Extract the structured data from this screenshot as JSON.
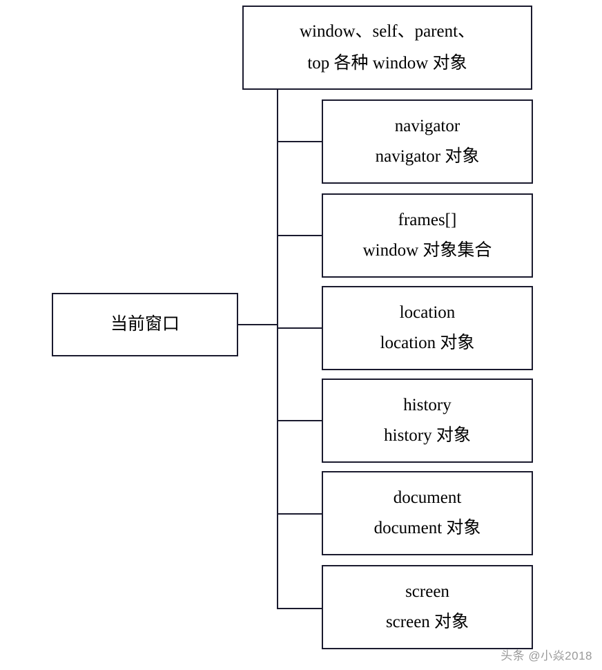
{
  "diagram": {
    "root": {
      "label": "当前窗口"
    },
    "top_node": {
      "line1": "window、self、parent、",
      "line2": "top 各种 window 对象"
    },
    "children": [
      {
        "name": "navigator",
        "desc": "navigator 对象"
      },
      {
        "name": "frames[]",
        "desc": "window 对象集合"
      },
      {
        "name": "location",
        "desc": "location 对象"
      },
      {
        "name": "history",
        "desc": "history 对象"
      },
      {
        "name": "document",
        "desc": "document 对象"
      },
      {
        "name": "screen",
        "desc": "screen 对象"
      }
    ],
    "colors": {
      "line": "#1a1a2e",
      "background": "#ffffff",
      "watermark": "#9a9a9a"
    }
  },
  "watermark": {
    "text": "头条 @小焱2018"
  }
}
